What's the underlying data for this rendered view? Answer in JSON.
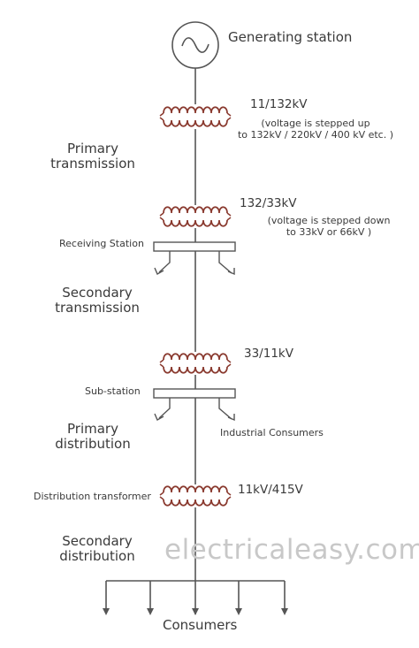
{
  "labels": {
    "generating_station": "Generating station",
    "t1_rating": "11/132kV",
    "t1_note": "(voltage is stepped up\nto 132kV / 220kV / 400 kV etc. )",
    "primary_transmission": "Primary\ntransmission",
    "t2_rating": "132/33kV",
    "t2_note": "(voltage is stepped down\nto 33kV or 66kV )",
    "receiving_station": "Receiving Station",
    "secondary_transmission": "Secondary\ntransmission",
    "t3_rating": "33/11kV",
    "sub_station": "Sub-station",
    "primary_distribution": "Primary\ndistribution",
    "industrial_consumers": "Industrial Consumers",
    "distribution_transformer": "Distribution transformer",
    "t4_rating": "11kV/415V",
    "secondary_distribution": "Secondary\ndistribution",
    "consumers": "Consumers"
  },
  "watermark": "electricaleasy.com",
  "colors": {
    "line": "#555555",
    "coil": "#8a3a2f",
    "text": "#3a3a3a",
    "watermark": "#c8c8c8"
  }
}
